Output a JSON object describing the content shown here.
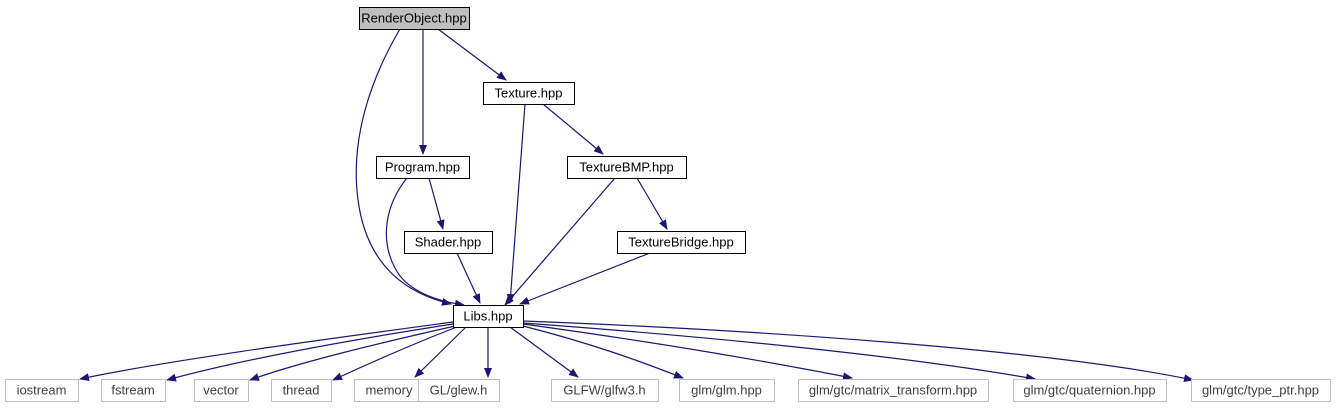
{
  "diagram": {
    "colors": {
      "edge": "#191970",
      "root_fill": "#bfbfbf",
      "node_border": "#000000",
      "external_border": "#bfbfbf",
      "external_text": "#404040"
    },
    "nodes": [
      {
        "id": "render_object",
        "label": "RenderObject.hpp",
        "kind": "root"
      },
      {
        "id": "texture",
        "label": "Texture.hpp",
        "kind": "file"
      },
      {
        "id": "program",
        "label": "Program.hpp",
        "kind": "file"
      },
      {
        "id": "texture_bmp",
        "label": "TextureBMP.hpp",
        "kind": "file"
      },
      {
        "id": "shader",
        "label": "Shader.hpp",
        "kind": "file"
      },
      {
        "id": "texture_bridge",
        "label": "TextureBridge.hpp",
        "kind": "file"
      },
      {
        "id": "libs",
        "label": "Libs.hpp",
        "kind": "file"
      },
      {
        "id": "iostream",
        "label": "iostream",
        "kind": "external"
      },
      {
        "id": "fstream",
        "label": "fstream",
        "kind": "external"
      },
      {
        "id": "vector",
        "label": "vector",
        "kind": "external"
      },
      {
        "id": "thread",
        "label": "thread",
        "kind": "external"
      },
      {
        "id": "memory",
        "label": "memory",
        "kind": "external"
      },
      {
        "id": "glew",
        "label": "GL/glew.h",
        "kind": "external"
      },
      {
        "id": "glfw3",
        "label": "GLFW/glfw3.h",
        "kind": "external"
      },
      {
        "id": "glm",
        "label": "glm/glm.hpp",
        "kind": "external"
      },
      {
        "id": "matrix_transform",
        "label": "glm/gtc/matrix_transform.hpp",
        "kind": "external"
      },
      {
        "id": "quaternion",
        "label": "glm/gtc/quaternion.hpp",
        "kind": "external"
      },
      {
        "id": "type_ptr",
        "label": "glm/gtc/type_ptr.hpp",
        "kind": "external"
      }
    ],
    "edges": [
      {
        "from": "render_object",
        "to": "libs"
      },
      {
        "from": "render_object",
        "to": "program"
      },
      {
        "from": "render_object",
        "to": "texture"
      },
      {
        "from": "texture",
        "to": "libs"
      },
      {
        "from": "texture",
        "to": "texture_bmp"
      },
      {
        "from": "program",
        "to": "libs"
      },
      {
        "from": "program",
        "to": "shader"
      },
      {
        "from": "shader",
        "to": "libs"
      },
      {
        "from": "texture_bmp",
        "to": "libs"
      },
      {
        "from": "texture_bmp",
        "to": "texture_bridge"
      },
      {
        "from": "texture_bridge",
        "to": "libs"
      },
      {
        "from": "libs",
        "to": "iostream"
      },
      {
        "from": "libs",
        "to": "fstream"
      },
      {
        "from": "libs",
        "to": "vector"
      },
      {
        "from": "libs",
        "to": "thread"
      },
      {
        "from": "libs",
        "to": "memory"
      },
      {
        "from": "libs",
        "to": "glew"
      },
      {
        "from": "libs",
        "to": "glfw3"
      },
      {
        "from": "libs",
        "to": "glm"
      },
      {
        "from": "libs",
        "to": "matrix_transform"
      },
      {
        "from": "libs",
        "to": "quaternion"
      },
      {
        "from": "libs",
        "to": "type_ptr"
      }
    ]
  }
}
